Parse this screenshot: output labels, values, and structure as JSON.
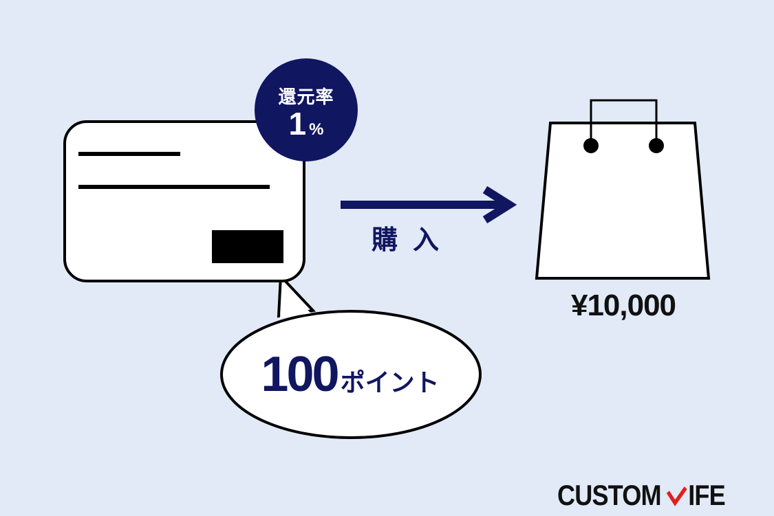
{
  "badge": {
    "label": "還元率",
    "value": "1",
    "unit": "%"
  },
  "points": {
    "value": "100",
    "unit": "ポイント"
  },
  "action": {
    "label": "購入"
  },
  "price": {
    "label": "¥10,000"
  },
  "logo": {
    "text_left": "CUSTOM",
    "text_right": "IFE",
    "mark_icon": "check-mark-icon",
    "mark_color": "#e0201e"
  },
  "colors": {
    "background": "#e1eaf6",
    "accent_navy": "#101660",
    "outline": "#000000",
    "fill_white": "#ffffff"
  },
  "icons": {
    "card": "credit-card-icon",
    "bag": "shopping-bag-icon",
    "arrow": "arrow-right-icon",
    "bubble": "speech-bubble-icon"
  }
}
